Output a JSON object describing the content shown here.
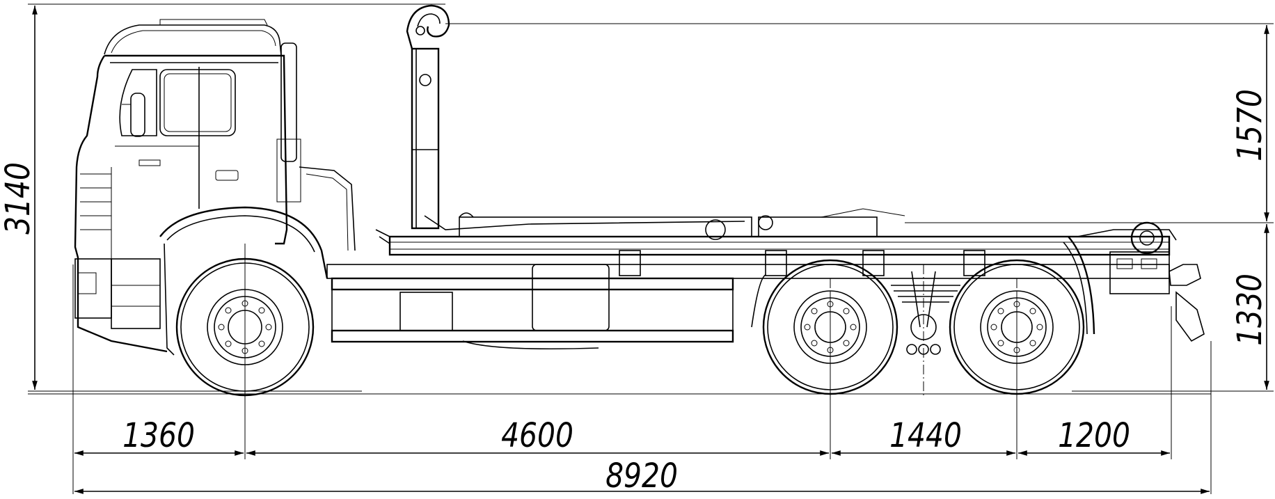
{
  "dimensions": {
    "overall_height": "3140",
    "hook_height": "1570",
    "frame_height": "1330",
    "front_overhang": "1360",
    "wheelbase": "4600",
    "bogie_spacing": "1440",
    "rear_overhang": "1200",
    "overall_length": "8920"
  },
  "colors": {
    "line": "#000000",
    "background": "#ffffff"
  }
}
